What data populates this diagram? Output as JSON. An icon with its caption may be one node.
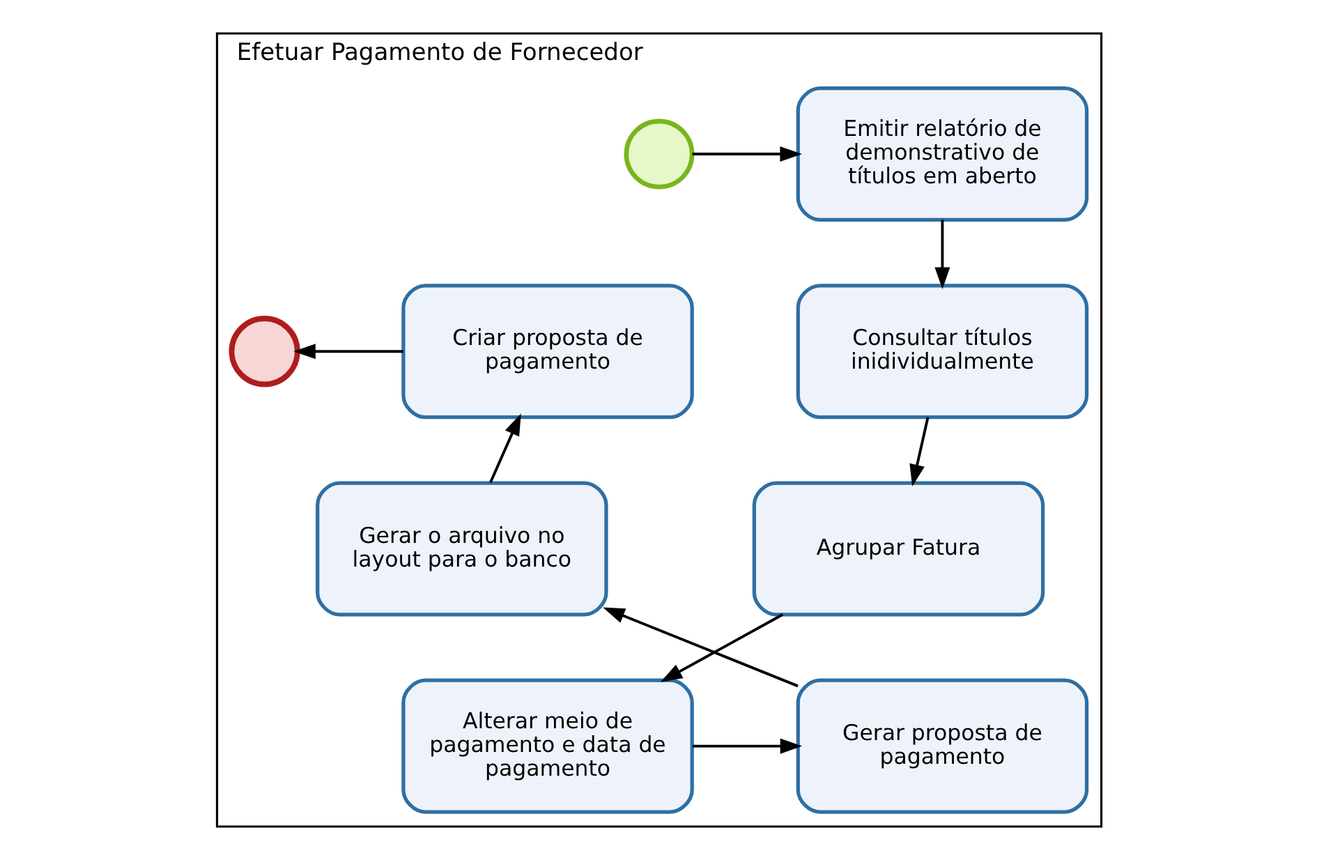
{
  "diagram": {
    "nodes": [
      {
        "text": [
          "Efetuar Pagamento de Fornecedor"
        ]
      },
      {
        "text": [],
        "shape": "circle",
        "in": 0
      },
      {
        "text": [
          "Emitir relatório de demonstrativo de títulos em aberto"
        ],
        "in": 0
      },
      {
        "text": [
          "Consultar títulos inidividualmente"
        ],
        "in": 0
      },
      {
        "text": [
          "Agrupar Fatura"
        ],
        "in": 0
      },
      {
        "text": [
          "Alterar meio de pagamento e data de pagamento"
        ],
        "in": 0
      },
      {
        "text": [
          "Gerar proposta de pagamento"
        ],
        "in": 0
      },
      {
        "text": [
          "Gerar o arquivo no layout para o banco"
        ],
        "in": 0
      },
      {
        "text": [
          "Criar proposta de pagamento"
        ],
        "in": 0
      },
      {
        "text": [],
        "shape": "circle",
        "in": 0
      }
    ],
    "edges": [
      {
        "from": 1,
        "to": 2,
        "arrow": "to"
      },
      {
        "from": 2,
        "to": 3,
        "arrow": "to"
      },
      {
        "from": 3,
        "to": 4,
        "arrow": "to"
      },
      {
        "from": 4,
        "to": 5,
        "arrow": "to"
      },
      {
        "from": 5,
        "to": 6,
        "arrow": "to"
      },
      {
        "from": 6,
        "to": 7,
        "arrow": "to"
      },
      {
        "from": 7,
        "to": 8,
        "arrow": "to"
      },
      {
        "from": 8,
        "to": 9,
        "arrow": "to"
      }
    ]
  }
}
